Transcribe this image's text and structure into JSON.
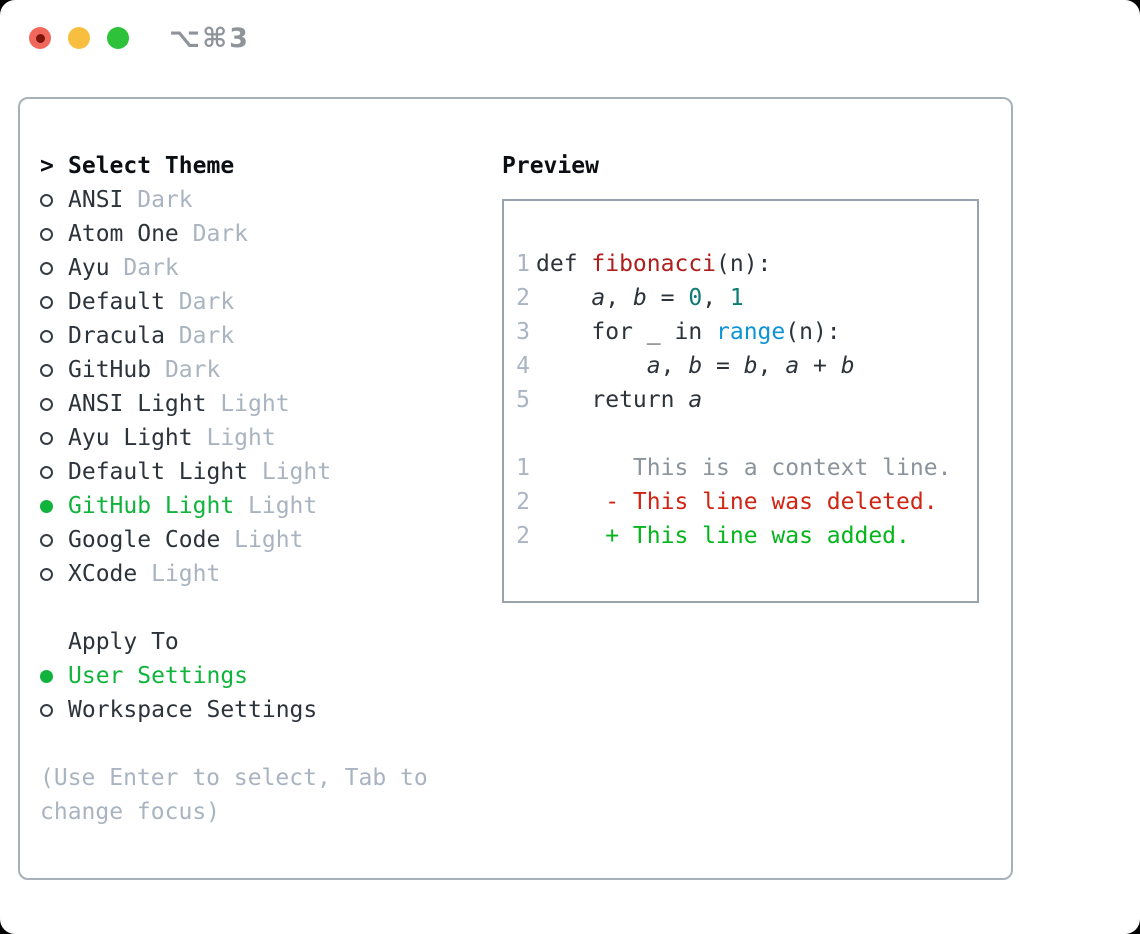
{
  "window": {
    "shortcut_label": "⌥⌘3",
    "traffic_lights": [
      "close",
      "minimize",
      "zoom"
    ]
  },
  "colors": {
    "selection_green": "#10b43c",
    "added_green": "#04b61c",
    "deleted_red": "#d02414",
    "function_red": "#b01d1d",
    "number_teal": "#0e7a74",
    "builtin_blue": "#0e93d4",
    "muted_gray": "#a9b4c0",
    "text_dark": "#2d333b",
    "panel_border": "#a8b0ba"
  },
  "theme_picker": {
    "header_prefix": ">",
    "header": "Select Theme",
    "items": [
      {
        "label": "ANSI",
        "tag": "Dark",
        "selected": false
      },
      {
        "label": "Atom One",
        "tag": "Dark",
        "selected": false
      },
      {
        "label": "Ayu",
        "tag": "Dark",
        "selected": false
      },
      {
        "label": "Default",
        "tag": "Dark",
        "selected": false
      },
      {
        "label": "Dracula",
        "tag": "Dark",
        "selected": false
      },
      {
        "label": "GitHub",
        "tag": "Dark",
        "selected": false
      },
      {
        "label": "ANSI Light",
        "tag": "Light",
        "selected": false
      },
      {
        "label": "Ayu Light",
        "tag": "Light",
        "selected": false
      },
      {
        "label": "Default Light",
        "tag": "Light",
        "selected": false
      },
      {
        "label": "GitHub Light",
        "tag": "Light",
        "selected": true
      },
      {
        "label": "Google Code",
        "tag": "Light",
        "selected": false
      },
      {
        "label": "XCode",
        "tag": "Light",
        "selected": false
      }
    ],
    "apply_to": {
      "header": "Apply To",
      "options": [
        {
          "label": "User Settings",
          "selected": true
        },
        {
          "label": "Workspace Settings",
          "selected": false
        }
      ]
    },
    "hint": "(Use Enter to select, Tab to change focus)"
  },
  "preview": {
    "title": "Preview",
    "code_lines": [
      {
        "num": "1",
        "tokens": [
          {
            "text": "def ",
            "style": "plain"
          },
          {
            "text": "fibonacci",
            "style": "func"
          },
          {
            "text": "(n):",
            "style": "plain"
          }
        ]
      },
      {
        "num": "2",
        "tokens": [
          {
            "text": "    ",
            "style": "plain"
          },
          {
            "text": "a",
            "style": "var"
          },
          {
            "text": ", ",
            "style": "plain"
          },
          {
            "text": "b",
            "style": "var"
          },
          {
            "text": " = ",
            "style": "plain"
          },
          {
            "text": "0",
            "style": "num"
          },
          {
            "text": ", ",
            "style": "plain"
          },
          {
            "text": "1",
            "style": "num"
          }
        ]
      },
      {
        "num": "3",
        "tokens": [
          {
            "text": "    for _ in ",
            "style": "plain"
          },
          {
            "text": "range",
            "style": "builtin"
          },
          {
            "text": "(n):",
            "style": "plain"
          }
        ]
      },
      {
        "num": "4",
        "tokens": [
          {
            "text": "        ",
            "style": "plain"
          },
          {
            "text": "a",
            "style": "var"
          },
          {
            "text": ", ",
            "style": "plain"
          },
          {
            "text": "b",
            "style": "var"
          },
          {
            "text": " = ",
            "style": "plain"
          },
          {
            "text": "b",
            "style": "var"
          },
          {
            "text": ", ",
            "style": "plain"
          },
          {
            "text": "a",
            "style": "var"
          },
          {
            "text": " + ",
            "style": "plain"
          },
          {
            "text": "b",
            "style": "var"
          }
        ]
      },
      {
        "num": "5",
        "tokens": [
          {
            "text": "    return ",
            "style": "plain"
          },
          {
            "text": "a",
            "style": "var"
          }
        ]
      },
      {
        "num": "",
        "tokens": []
      },
      {
        "num": "1",
        "tokens": [
          {
            "text": "       This is a context line.",
            "style": "context"
          }
        ]
      },
      {
        "num": "2",
        "tokens": [
          {
            "text": "     - This line was deleted.",
            "style": "deleted"
          }
        ]
      },
      {
        "num": "2",
        "tokens": [
          {
            "text": "     + This line was added.",
            "style": "added"
          }
        ]
      }
    ]
  }
}
